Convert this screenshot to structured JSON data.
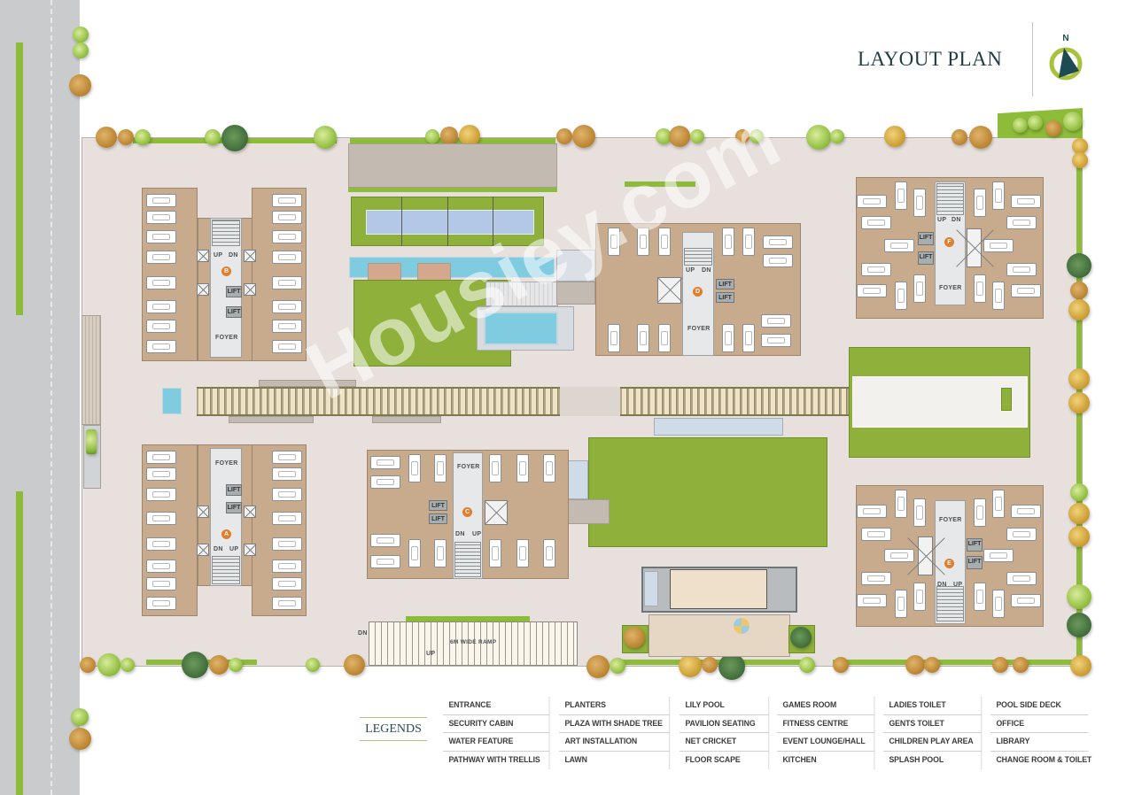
{
  "header": {
    "title": "LAYOUT PLAN",
    "compass_label": "N"
  },
  "towers": [
    {
      "id": "A",
      "foyer": "FOYER",
      "lift": "LIFT",
      "stair_left": "DN",
      "stair_right": "UP"
    },
    {
      "id": "B",
      "foyer": "FOYER",
      "lift": "LIFT",
      "stair_left": "UP",
      "stair_right": "DN"
    },
    {
      "id": "C",
      "foyer": "FOYER",
      "lift": "LIFT",
      "stair_left": "DN",
      "stair_right": "UP"
    },
    {
      "id": "D",
      "foyer": "FOYER",
      "lift": "LIFT",
      "stair_left": "UP",
      "stair_right": "DN"
    },
    {
      "id": "E",
      "foyer": "FOYER",
      "lift": "LIFT",
      "stair_left": "DN",
      "stair_right": "UP"
    },
    {
      "id": "F",
      "foyer": "FOYER",
      "lift": "LIFT",
      "stair_left": "UP",
      "stair_right": "DN"
    }
  ],
  "ramp": {
    "label": "6M WIDE RAMP",
    "dn": "DN",
    "up": "UP"
  },
  "legends": {
    "title": "LEGENDS",
    "columns": [
      [
        "ENTRANCE",
        "SECURITY CABIN",
        "WATER FEATURE",
        "PATHWAY WITH TRELLIS"
      ],
      [
        "PLANTERS",
        "PLAZA WITH SHADE TREE",
        "ART INSTALLATION",
        "LAWN"
      ],
      [
        "LILY POOL",
        "PAVILION SEATING",
        "NET CRICKET",
        "FLOOR SCAPE"
      ],
      [
        "GAMES ROOM",
        "FITNESS CENTRE",
        "EVENT LOUNGE/HALL",
        "KITCHEN"
      ],
      [
        "LADIES TOILET",
        "GENTS TOILET",
        "CHILDREN PLAY AREA",
        "SPLASH POOL"
      ],
      [
        "POOL SIDE DECK",
        "OFFICE",
        "LIBRARY",
        "CHANGE ROOM & TOILET"
      ]
    ]
  },
  "watermark": "Housiey.com",
  "colors": {
    "title": "#1f3d44",
    "compass_dark": "#1e4a54",
    "compass_ring": "#a9c13c",
    "badge": "#e27d2c",
    "lawn": "#8fb13c",
    "pool": "#7fcbe0",
    "site": "#e8e0dc",
    "tower_floor": "#c8ab8c"
  }
}
